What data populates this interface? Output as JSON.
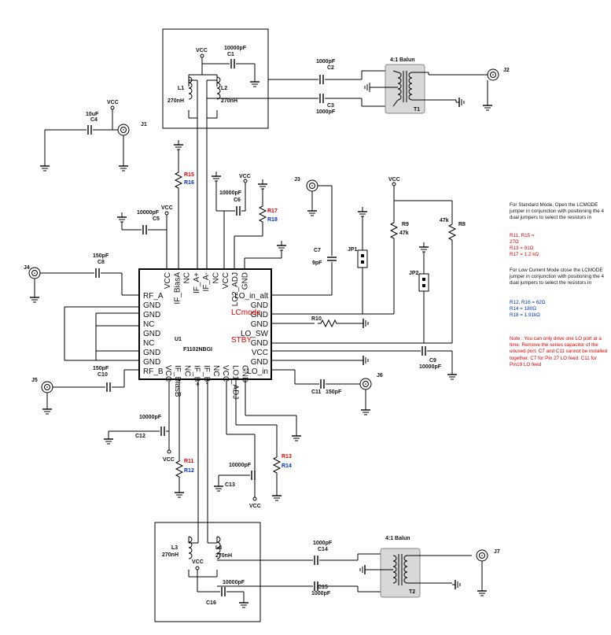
{
  "chip": {
    "ref": "U1",
    "part": "F1102NBGI",
    "pins_left": [
      "RF_A",
      "GND",
      "GND",
      "NC",
      "GND",
      "NC",
      "GND",
      "GND",
      "RF_B"
    ],
    "pins_right": [
      "LO_in_alt",
      "GND",
      "GND",
      "GND",
      "LO_SW",
      "GND",
      "VCC",
      "GND",
      "LO_in"
    ],
    "pins_right_tags": [
      "LCmode",
      "STBY"
    ],
    "pins_top": [
      "VCC",
      "IF_BiasA",
      "NC",
      "IF_A+",
      "IF_A-",
      "NC",
      "VCC",
      "LO2_ADJ",
      "GND"
    ],
    "pins_bottom": [
      "VCC",
      "IF_BiasB",
      "NC",
      "IF_B+",
      "IF_B-",
      "NC",
      "VCC",
      "LO1_ADJ",
      "GND"
    ]
  },
  "power": {
    "vcc": "VCC"
  },
  "components": {
    "C1": {
      "ref": "C1",
      "value": "10000pF"
    },
    "C2": {
      "ref": "C2",
      "value": "1000pF"
    },
    "C3": {
      "ref": "C3",
      "value": "1000pF"
    },
    "C4": {
      "ref": "C4",
      "value": "10uF"
    },
    "C5": {
      "ref": "C5",
      "value": "10000pF"
    },
    "C6": {
      "ref": "C6",
      "value": "10000pF"
    },
    "C7": {
      "ref": "C7",
      "value": "9pF"
    },
    "C8": {
      "ref": "C8",
      "value": "150pF"
    },
    "C9": {
      "ref": "C9",
      "value": "10000pF"
    },
    "C10": {
      "ref": "C10",
      "value": "150pF"
    },
    "C11": {
      "ref": "C11",
      "value": "150pF"
    },
    "C12": {
      "ref": "C12",
      "value": "10000pF"
    },
    "C13": {
      "ref": "C13",
      "value": "10000pF"
    },
    "C14": {
      "ref": "C14",
      "value": "1000pF"
    },
    "C15": {
      "ref": "C15",
      "value": "1000pF"
    },
    "C16": {
      "ref": "C16",
      "value": "10000pF"
    },
    "L1": {
      "ref": "L1",
      "value": "270nH"
    },
    "L2": {
      "ref": "L2",
      "value": "270nH"
    },
    "L3": {
      "ref": "L3",
      "value": "270nH"
    },
    "L4": {
      "ref": "L4",
      "value": "270nH"
    },
    "R9": {
      "ref": "R9",
      "value": "47k"
    },
    "R8": {
      "ref": "R8",
      "value": "47k"
    },
    "R10": {
      "ref": "R10"
    },
    "R11": {
      "ref": "R11"
    },
    "R12": {
      "ref": "R12"
    },
    "R13": {
      "ref": "R13"
    },
    "R14": {
      "ref": "R14"
    },
    "R15": {
      "ref": "R15"
    },
    "R16": {
      "ref": "R16"
    },
    "R17": {
      "ref": "R17"
    },
    "R18": {
      "ref": "R18"
    },
    "T1": {
      "ref": "T1",
      "label": "4:1 Balun"
    },
    "T2": {
      "ref": "T2",
      "label": "4:1 Balun"
    },
    "J1": "J1",
    "J2": "J2",
    "J3": "J3",
    "J4": "J4",
    "J5": "J5",
    "J6": "J6",
    "J7": "J7",
    "JP1": "JP1",
    "JP2": "JP2"
  },
  "notes": {
    "standard_mode": "For Standard Mode, Open the LCMODE jumper in conjunction with positioning the 4 dual jumpers to select the resistors in",
    "standard_values": [
      "R11, R15 =",
      "27Ω",
      "R13 = 91Ω",
      "R17 = 1.2 kΩ"
    ],
    "low_current_mode": "For Low Current Mode close the LCMODE jumper in conjunction with positioning the 4 dual jumpers to select the resistors in",
    "low_current_values": [
      "R12, R16 = 62Ω",
      "R14 = 180Ω",
      "R18 = 1.91kΩ"
    ],
    "lo_note": "Note : You can only drive one LO port at a time. Remove the series capacitor of the unused port. C7 and C11 cannot be installed together. C7 for Pin 27 LO feed. C11 for Pin19 LO feed"
  },
  "colors": {
    "ic_outline": "#000000",
    "primary_ref": "#e00000",
    "alt_ref": "#0030c0",
    "balun_fill": "#d8d8d8"
  }
}
